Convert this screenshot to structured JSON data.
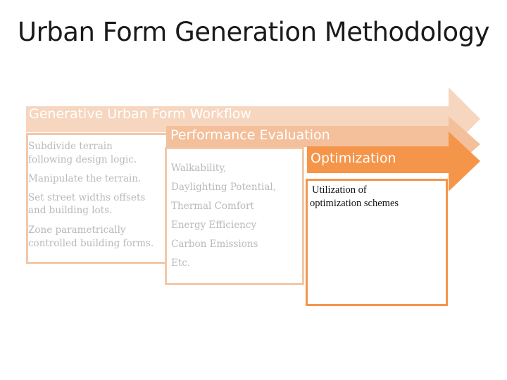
{
  "title": "Urban Form Generation Methodology",
  "stages": [
    {
      "name": "Generative Urban Form Workflow",
      "items": [
        "Subdivide terrain",
        "following design logic.",
        "Manipulate the terrain.",
        "Set street widths offsets",
        "and building lots.",
        "Zone parametrically",
        "controlled building forms."
      ]
    },
    {
      "name": "Performance Evaluation",
      "items": [
        "Walkability,",
        "Daylighting Potential,",
        "Thermal Comfort",
        "Energy Efficiency",
        "Carbon Emissions",
        "Etc."
      ]
    },
    {
      "name": "Optimization",
      "items": [
        "Utilization of",
        "optimization schemes"
      ]
    }
  ],
  "colors": {
    "faded_arrow": "#f6d6bf",
    "mid_arrow": "#f3c09b",
    "accent_arrow": "#f5954a",
    "faded_border": "#f2c8a8",
    "accent_border": "#f5954a"
  }
}
